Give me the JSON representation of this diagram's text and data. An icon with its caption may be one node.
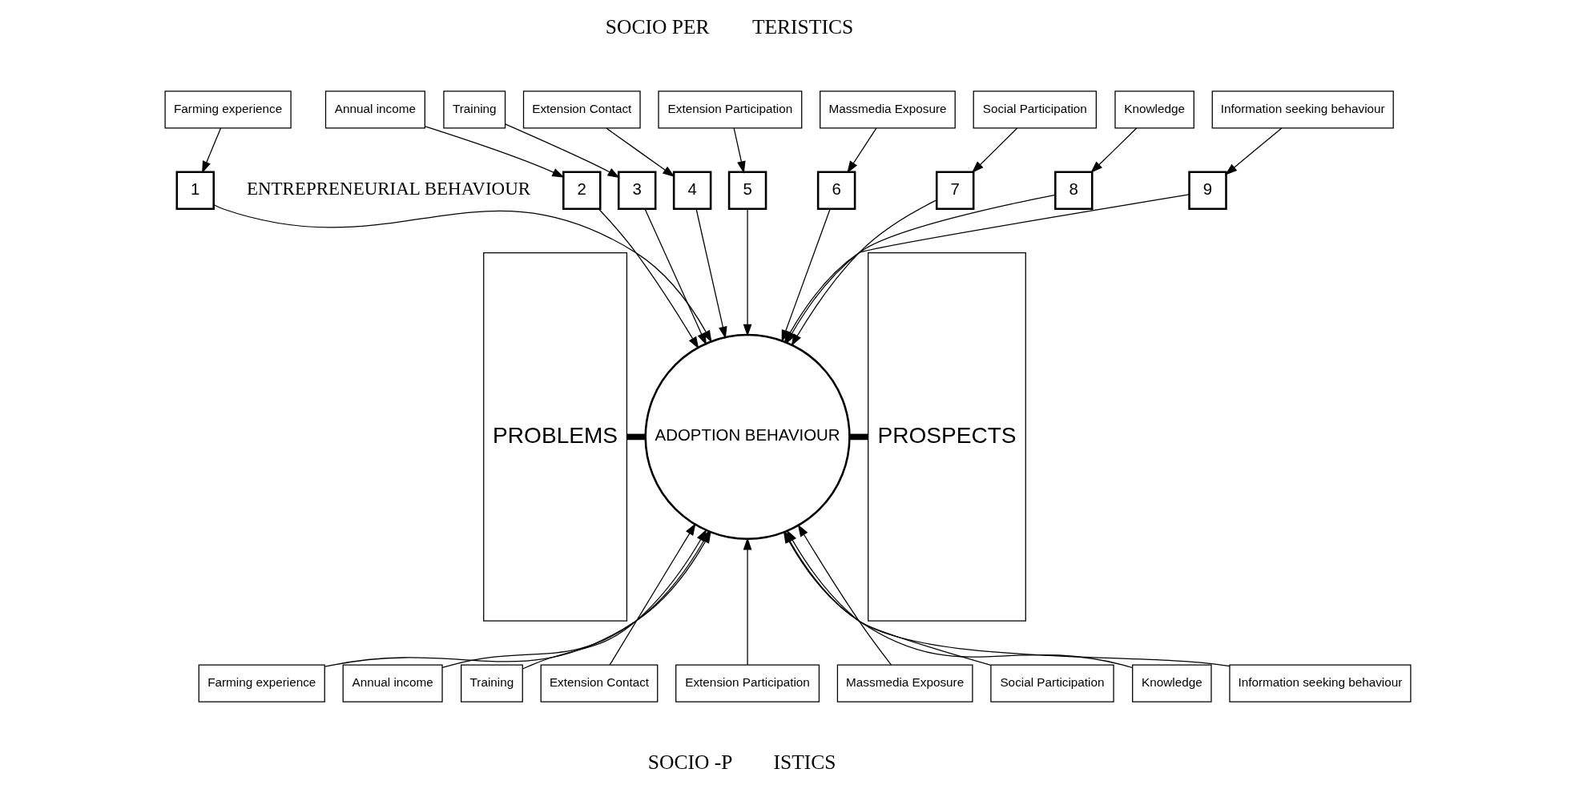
{
  "diagram": {
    "nodes": [
      {
        "text": [
          "PROBLEMS"
        ]
      },
      {
        "text": [
          "PROSPECTS"
        ]
      },
      {
        "text": [
          "ADOPTION BEHAVIOUR"
        ]
      },
      {
        "text": [
          "Farming experience"
        ]
      },
      {
        "text": [
          "Annual income"
        ]
      },
      {
        "text": [
          "Training"
        ]
      },
      {
        "text": [
          "Extension Contact"
        ]
      },
      {
        "text": [
          "Extension Participation"
        ]
      },
      {
        "text": [
          "Massmedia Exposure"
        ]
      },
      {
        "text": [
          "Social Participation"
        ]
      },
      {
        "text": [
          "Knowledge"
        ]
      },
      {
        "text": [
          "Information seeking behaviour"
        ]
      },
      {
        "text": [
          "1"
        ]
      },
      {
        "text": [
          "2"
        ]
      },
      {
        "text": [
          "3"
        ]
      },
      {
        "text": [
          "4"
        ]
      },
      {
        "text": [
          "5"
        ]
      },
      {
        "text": [
          "6"
        ]
      },
      {
        "text": [
          "7"
        ]
      },
      {
        "text": [
          "8"
        ]
      },
      {
        "text": [
          "9"
        ]
      },
      {
        "text": [
          "Farming experience"
        ]
      },
      {
        "text": [
          "Annual income"
        ]
      },
      {
        "text": [
          "Training"
        ]
      },
      {
        "text": [
          "Extension Contact"
        ]
      },
      {
        "text": [
          "Extension Participation"
        ]
      },
      {
        "text": [
          "Massmedia Exposure"
        ]
      },
      {
        "text": [
          "Social Participation"
        ]
      },
      {
        "text": [
          "Knowledge"
        ]
      },
      {
        "text": [
          "Information seeking behaviour"
        ]
      }
    ],
    "edges": [
      {
        "from": 0,
        "to": 2,
        "arrow": "none",
        "style": "thick"
      },
      {
        "from": 2,
        "to": 1,
        "arrow": "none",
        "style": "thick"
      },
      {
        "from": 3,
        "to": 12,
        "arrow": "to"
      },
      {
        "from": 4,
        "to": 13,
        "arrow": "to"
      },
      {
        "from": 5,
        "to": 14,
        "arrow": "to"
      },
      {
        "from": 6,
        "to": 15,
        "arrow": "to"
      },
      {
        "from": 7,
        "to": 16,
        "arrow": "to"
      },
      {
        "from": 8,
        "to": 17,
        "arrow": "to"
      },
      {
        "from": 9,
        "to": 18,
        "arrow": "to"
      },
      {
        "from": 10,
        "to": 19,
        "arrow": "to"
      },
      {
        "from": 11,
        "to": 20,
        "arrow": "to"
      },
      {
        "from": 12,
        "to": 2,
        "arrow": "to"
      },
      {
        "from": 13,
        "to": 2,
        "arrow": "to"
      },
      {
        "from": 14,
        "to": 2,
        "arrow": "to"
      },
      {
        "from": 15,
        "to": 2,
        "arrow": "to"
      },
      {
        "from": 16,
        "to": 2,
        "arrow": "to"
      },
      {
        "from": 17,
        "to": 2,
        "arrow": "to"
      },
      {
        "from": 18,
        "to": 2,
        "arrow": "to"
      },
      {
        "from": 19,
        "to": 2,
        "arrow": "to"
      },
      {
        "from": 20,
        "to": 2,
        "arrow": "to"
      },
      {
        "from": 21,
        "to": 2,
        "arrow": "to"
      },
      {
        "from": 22,
        "to": 2,
        "arrow": "to"
      },
      {
        "from": 23,
        "to": 2,
        "arrow": "to"
      },
      {
        "from": 24,
        "to": 2,
        "arrow": "to"
      },
      {
        "from": 25,
        "to": 2,
        "arrow": "to"
      },
      {
        "from": 26,
        "to": 2,
        "arrow": "to"
      },
      {
        "from": 27,
        "to": 2,
        "arrow": "to"
      },
      {
        "from": 28,
        "to": 2,
        "arrow": "to"
      },
      {
        "from": 29,
        "to": 2,
        "arrow": "to"
      }
    ],
    "labels": [
      "SOCIO PER",
      "TERISTICS",
      "ENTREPRENEURIAL BEHAVIOUR",
      "SOCIO -P",
      "ISTICS"
    ]
  }
}
